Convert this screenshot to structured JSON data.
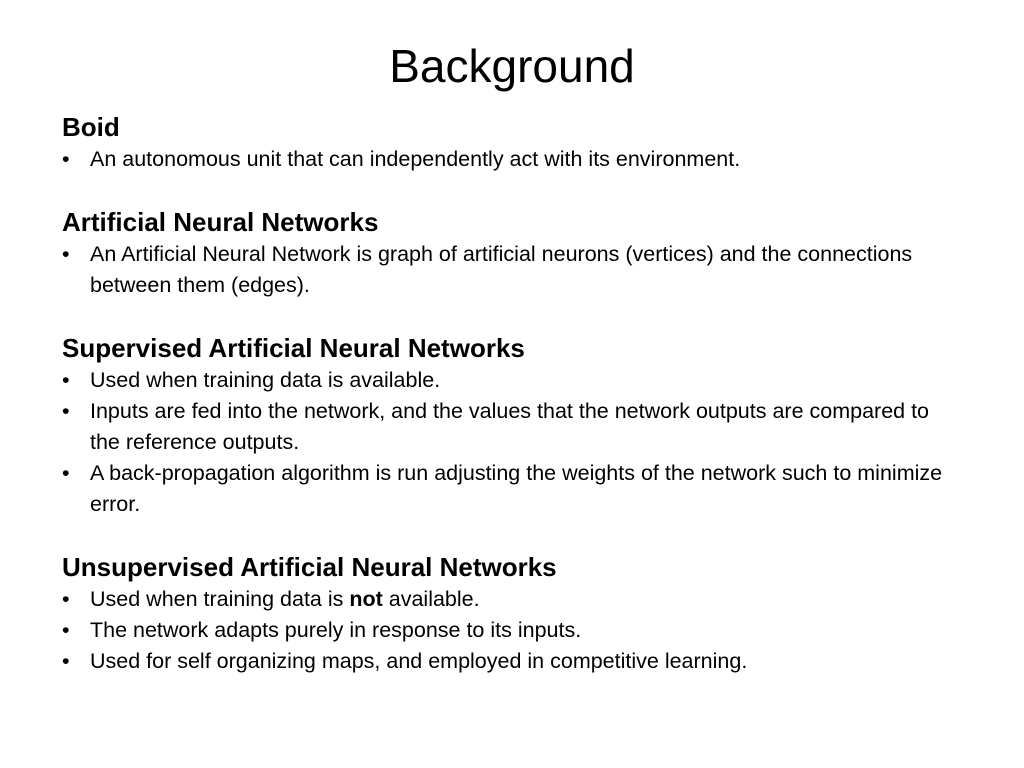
{
  "title": "Background",
  "sections": [
    {
      "heading": "Boid",
      "bullets": [
        {
          "text": "An autonomous unit that can independently act with its environment."
        }
      ]
    },
    {
      "heading": "Artificial Neural Networks",
      "bullets": [
        {
          "text": "An Artificial Neural Network is graph of artificial neurons (vertices) and the connections between them (edges)."
        }
      ]
    },
    {
      "heading": "Supervised Artificial Neural Networks",
      "bullets": [
        {
          "text": "Used when training data is available."
        },
        {
          "text": "Inputs are fed into the network, and the values that the network outputs are compared to the reference outputs."
        },
        {
          "text": "A back-propagation algorithm is run adjusting the weights of the network such to minimize error."
        }
      ]
    },
    {
      "heading": "Unsupervised Artificial Neural Networks",
      "bullets": [
        {
          "before": "Used when training data is ",
          "bold": "not",
          "after": " available."
        },
        {
          "text": "The network adapts purely in response to its inputs."
        },
        {
          "text": "Used for self organizing maps, and employed in competitive learning."
        }
      ]
    }
  ],
  "bullet_glyph": "•"
}
